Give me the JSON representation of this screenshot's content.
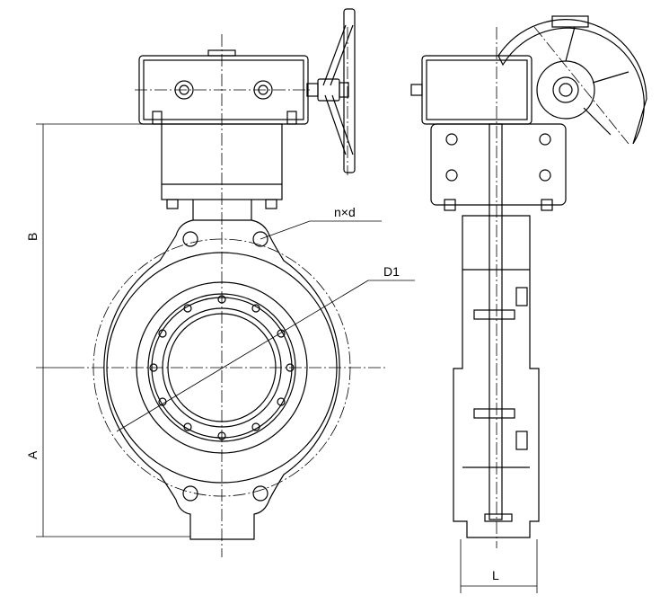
{
  "labels": {
    "n_x_d": "n×d",
    "d1": "D1",
    "b": "B",
    "a": "A",
    "l": "L"
  },
  "colors": {
    "line": "#000000",
    "background": "#ffffff"
  }
}
